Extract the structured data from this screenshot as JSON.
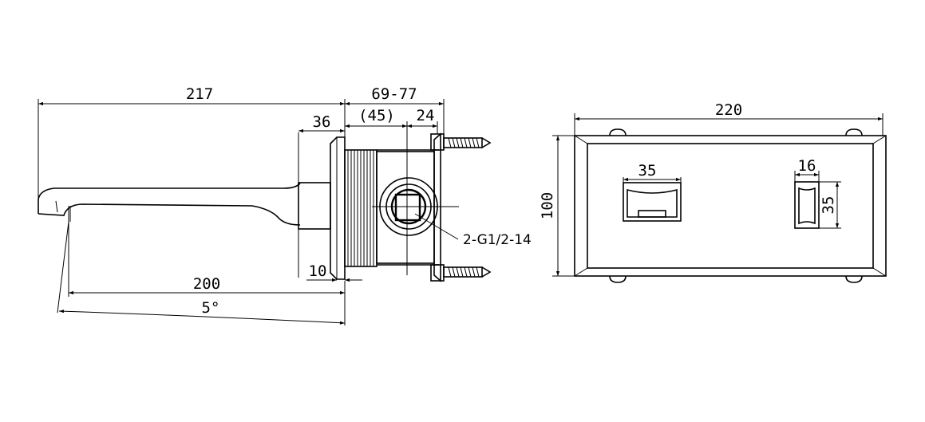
{
  "side_view": {
    "dims": {
      "overall_length": "217",
      "body_depth_range": "69-77",
      "flange_depth": "36",
      "body_depth_ref": "(45)",
      "bracket_depth": "24",
      "flange_thickness": "10",
      "spout_projection": "200",
      "spout_angle": "5°"
    },
    "thread_callout": "2-G1/2-14"
  },
  "front_view": {
    "dims": {
      "plate_width": "220",
      "plate_height": "100",
      "handle_width": "35",
      "knob_width": "16",
      "knob_height": "35"
    }
  }
}
